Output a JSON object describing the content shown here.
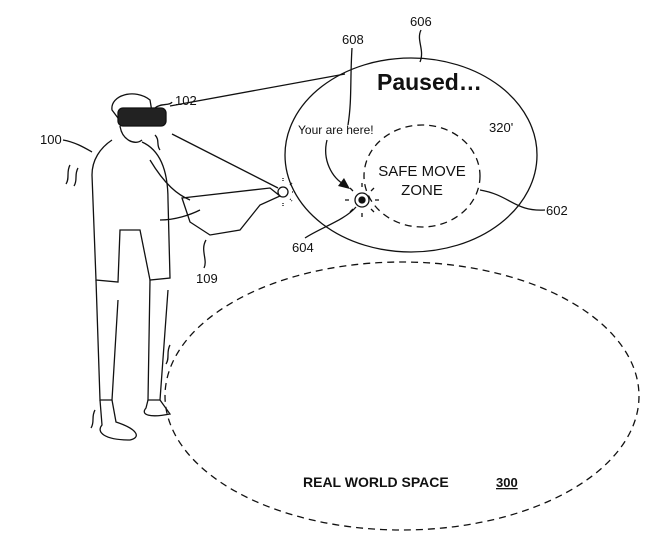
{
  "labels": {
    "paused": "Paused…",
    "distance": "320'",
    "you_are_here": "Your are here!",
    "safe_zone_line1": "SAFE MOVE",
    "safe_zone_line2": "ZONE",
    "real_world": "REAL WORLD SPACE",
    "real_world_ref": "300"
  },
  "refs": {
    "user": "100",
    "headset": "102",
    "controller": "109",
    "safe_zone": "602",
    "user_marker": "604",
    "view": "606",
    "message": "608"
  }
}
